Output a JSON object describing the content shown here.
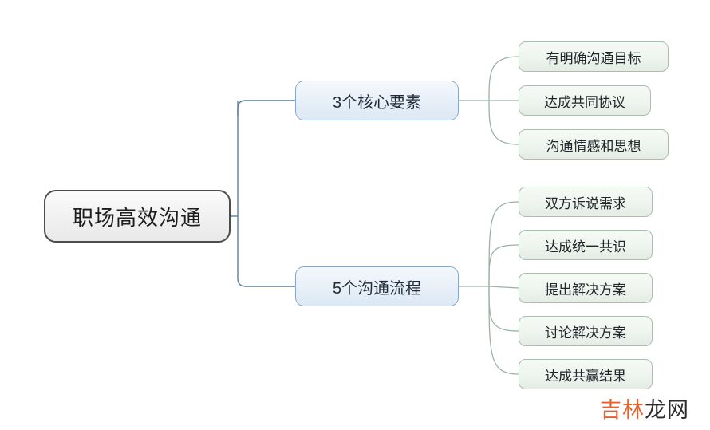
{
  "diagram": {
    "type": "mindmap",
    "title": "职场高效沟通",
    "root": {
      "label": "职场高效沟通",
      "fill": "#f2f2f2",
      "border": "#4d4d4d"
    },
    "branches": [
      {
        "label": "3个核心要素",
        "fill": "#e8f0f8",
        "border": "#8aa8c4",
        "children": [
          {
            "label": "有明确沟通目标"
          },
          {
            "label": "达成共同协议"
          },
          {
            "label": "沟通情感和思想"
          }
        ]
      },
      {
        "label": "5个沟通流程",
        "fill": "#e8f0f8",
        "border": "#8aa8c4",
        "children": [
          {
            "label": "双方诉说需求"
          },
          {
            "label": "达成统一共识"
          },
          {
            "label": "提出解决方案"
          },
          {
            "label": "讨论解决方案"
          },
          {
            "label": "达成共赢结果"
          }
        ]
      }
    ],
    "leaf_style": {
      "fill": "#eef4ee",
      "border": "#a9bfae"
    },
    "connector_colors": {
      "trunk": "#5b7f9e",
      "leaf": "#9bb3a3"
    }
  },
  "watermark": {
    "text_accent": "吉林",
    "text_plain": "龙网",
    "accent_color": "#e8602c",
    "plain_color": "#2b2b2b"
  }
}
